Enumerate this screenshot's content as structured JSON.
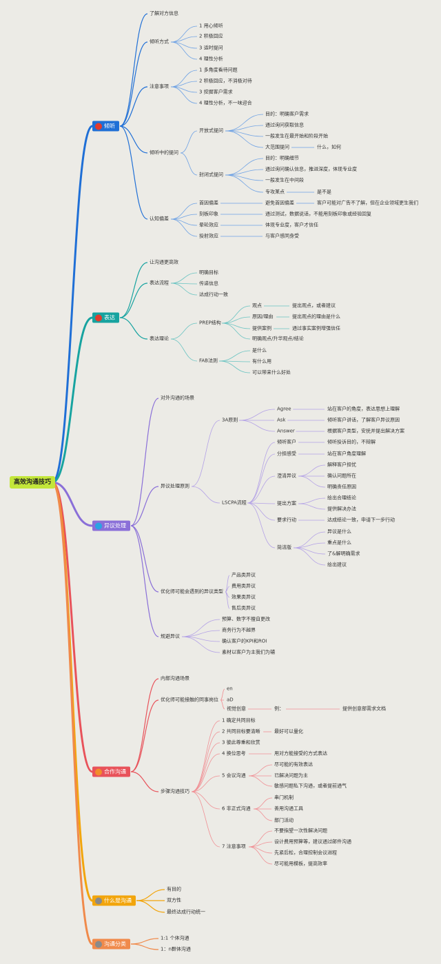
{
  "root": {
    "label": "高效沟通技巧",
    "color": "#c3e63a"
  },
  "branches": [
    {
      "label": "倾听",
      "color": "#1f6fd6",
      "icon": "red-circle-icon",
      "icon_color": "#e23b2e",
      "children": [
        {
          "label": "了解对方信息"
        },
        {
          "label": "倾听方式",
          "children": [
            {
              "label": "1 用心倾听"
            },
            {
              "label": "2 积极回应"
            },
            {
              "label": "3 适时提问"
            },
            {
              "label": "4 理性分析"
            }
          ]
        },
        {
          "label": "注意事项",
          "children": [
            {
              "label": "1 多角度看待问题"
            },
            {
              "label": "2 积极回应，不消极对待"
            },
            {
              "label": "3 挖掘客户需求"
            },
            {
              "label": "4 理性分析，不一味迎合"
            }
          ]
        },
        {
          "label": "倾听中的提问",
          "children": [
            {
              "label": "开放式提问",
              "children": [
                {
                  "label": "目的：明确客户需求"
                },
                {
                  "label": "通过询问获取信息"
                },
                {
                  "label": "一般发生在最开始和阶段开始"
                },
                {
                  "label": "大范围提问",
                  "children": [
                    {
                      "label": "什么，如何"
                    }
                  ]
                }
              ]
            },
            {
              "label": "封闭式提问",
              "children": [
                {
                  "label": "目的：明确细节"
                },
                {
                  "label": "通过询问确认信息，推进深度，体现专业度"
                },
                {
                  "label": "一般发生在中间段"
                },
                {
                  "label": "专攻某点",
                  "children": [
                    {
                      "label": "是不是"
                    }
                  ]
                }
              ]
            }
          ]
        },
        {
          "label": "认知偏差",
          "children": [
            {
              "label": "首因偏差",
              "children": [
                {
                  "label": "避免首因偏差",
                  "children": [
                    {
                      "label": "客户可能对广告不了解，但在企业领域更生我们"
                    }
                  ]
                }
              ]
            },
            {
              "label": "刻板印象",
              "children": [
                {
                  "label": "通过测试，数据说话，不能用刻板印象或经验回复"
                }
              ]
            },
            {
              "label": "晕轮效应",
              "children": [
                {
                  "label": "体现专业度，客户才信任"
                }
              ]
            },
            {
              "label": "投射效应",
              "children": [
                {
                  "label": "与客户感同身受"
                }
              ]
            }
          ]
        }
      ]
    },
    {
      "label": "表达",
      "color": "#17a3a0",
      "icon": "red-circle-icon",
      "icon_color": "#e23b2e",
      "children": [
        {
          "label": "让沟通更高效"
        },
        {
          "label": "表达流程",
          "children": [
            {
              "label": "明确目标"
            },
            {
              "label": "传递信息"
            },
            {
              "label": "达成行动一致"
            }
          ]
        },
        {
          "label": "表达理论",
          "children": [
            {
              "label": "PREP结构",
              "children": [
                {
                  "label": "观点",
                  "children": [
                    {
                      "label": "提出观点，或者建议"
                    }
                  ]
                },
                {
                  "label": "原因/理由",
                  "children": [
                    {
                      "label": "提出观点的理由是什么"
                    }
                  ]
                },
                {
                  "label": "提供案例",
                  "children": [
                    {
                      "label": "通过事实案例增强信任"
                    }
                  ]
                },
                {
                  "label": "明确观点/升华观点/结论"
                }
              ]
            },
            {
              "label": "FAB法则",
              "children": [
                {
                  "label": "是什么"
                },
                {
                  "label": "有什么用"
                },
                {
                  "label": "可以带来什么好处"
                }
              ]
            }
          ]
        }
      ]
    },
    {
      "label": "异议处理",
      "color": "#8a6fd8",
      "icon": "blue-circle-icon",
      "icon_color": "#2aa3e3",
      "children": [
        {
          "label": "对外沟通的场景"
        },
        {
          "label": "异议处理原则",
          "children": [
            {
              "label": "3A原则",
              "children": [
                {
                  "label": "Agree",
                  "children": [
                    {
                      "label": "站在客户的角度，表达思想上理解"
                    }
                  ]
                },
                {
                  "label": "Ask",
                  "children": [
                    {
                      "label": "倾听客户讲话，了解客户异议原因"
                    }
                  ]
                },
                {
                  "label": "Answer",
                  "children": [
                    {
                      "label": "根据客户类型，安抚并提出解决方案"
                    }
                  ]
                }
              ]
            },
            {
              "label": "LSCPA流程",
              "children": [
                {
                  "label": "倾听客户",
                  "children": [
                    {
                      "label": "倾听投诉目的，不辩解"
                    }
                  ]
                },
                {
                  "label": "分担感受",
                  "children": [
                    {
                      "label": "站在客户角度理解"
                    }
                  ]
                },
                {
                  "label": "澄清异议",
                  "children": [
                    {
                      "label": "解释客户担忧"
                    },
                    {
                      "label": "确认问题所在"
                    },
                    {
                      "label": "明确责任原因"
                    }
                  ]
                },
                {
                  "label": "提出方案",
                  "children": [
                    {
                      "label": "给出合理结论"
                    },
                    {
                      "label": "提供解决办法"
                    }
                  ]
                },
                {
                  "label": "要求行动",
                  "children": [
                    {
                      "label": "达成结论一致，申请下一步行动"
                    }
                  ]
                },
                {
                  "label": "简洁版",
                  "children": [
                    {
                      "label": "异议是什么"
                    },
                    {
                      "label": "重点是什么"
                    },
                    {
                      "label": "了&解明确需求"
                    },
                    {
                      "label": "给出建议"
                    }
                  ]
                }
              ]
            }
          ]
        },
        {
          "label": "优化师可能会遇到的异议类型",
          "children": [
            {
              "label": "产品类异议"
            },
            {
              "label": "费用类异议"
            },
            {
              "label": "效果类异议"
            },
            {
              "label": "售后类异议"
            }
          ]
        },
        {
          "label": "规避异议",
          "children": [
            {
              "label": "预算、数字不擅自更改"
            },
            {
              "label": "商务行为不越界"
            },
            {
              "label": "确认客户的KPI和ROI"
            },
            {
              "label": "素材以客户为主我们为辅"
            }
          ]
        }
      ]
    },
    {
      "label": "合作沟通",
      "color": "#e8525a",
      "icon": "orange-circle-icon",
      "icon_color": "#f28c2a",
      "children": [
        {
          "label": "内部沟通场景"
        },
        {
          "label": "优化师可能接触的同事岗位",
          "children": [
            {
              "label": "en"
            },
            {
              "label": "aD"
            },
            {
              "label": "视觉创意",
              "children": [
                {
                  "label": "例：",
                  "children": [
                    {
                      "label": "提供创意部需求文档"
                    }
                  ]
                }
              ]
            }
          ]
        },
        {
          "label": "步骤沟通技巧",
          "children": [
            {
              "label": "1 确定共同目标"
            },
            {
              "label": "2 共同目标要清晰",
              "children": [
                {
                  "label": "最好可以量化"
                }
              ]
            },
            {
              "label": "3 彼此尊重和欣赏"
            },
            {
              "label": "4 换位思考",
              "children": [
                {
                  "label": "用对方能接受的方式表达"
                }
              ]
            },
            {
              "label": "5 会议沟通",
              "children": [
                {
                  "label": "尽可能的有效表达"
                },
                {
                  "label": "已解决问题为主"
                },
                {
                  "label": "敏感问题私下沟通，或者提前通气"
                }
              ]
            },
            {
              "label": "6 非正式沟通",
              "children": [
                {
                  "label": "串门机制"
                },
                {
                  "label": "善用沟通工具"
                },
                {
                  "label": "部门活动"
                }
              ]
            },
            {
              "label": "7 注意事项",
              "children": [
                {
                  "label": "不要指望一次性解决问题"
                },
                {
                  "label": "设计费用预算等，建议通过邮件沟通"
                },
                {
                  "label": "先紧后松，合理控制会议进程"
                },
                {
                  "label": "尽可能用模板，提高效率"
                }
              ]
            }
          ]
        }
      ]
    },
    {
      "label": "什么是沟通",
      "color": "#f2a50c",
      "icon": "gray-circle-icon",
      "icon_color": "#8a8a8a",
      "children": [
        {
          "label": "有目的"
        },
        {
          "label": "双方性"
        },
        {
          "label": "最终达成行动统一"
        }
      ]
    },
    {
      "label": "沟通分类",
      "color": "#f08a4b",
      "icon": "gray-circle-icon",
      "icon_color": "#8a8a8a",
      "children": [
        {
          "label": "1:1 个体沟通"
        },
        {
          "label": "1：n群体沟通"
        }
      ]
    }
  ]
}
